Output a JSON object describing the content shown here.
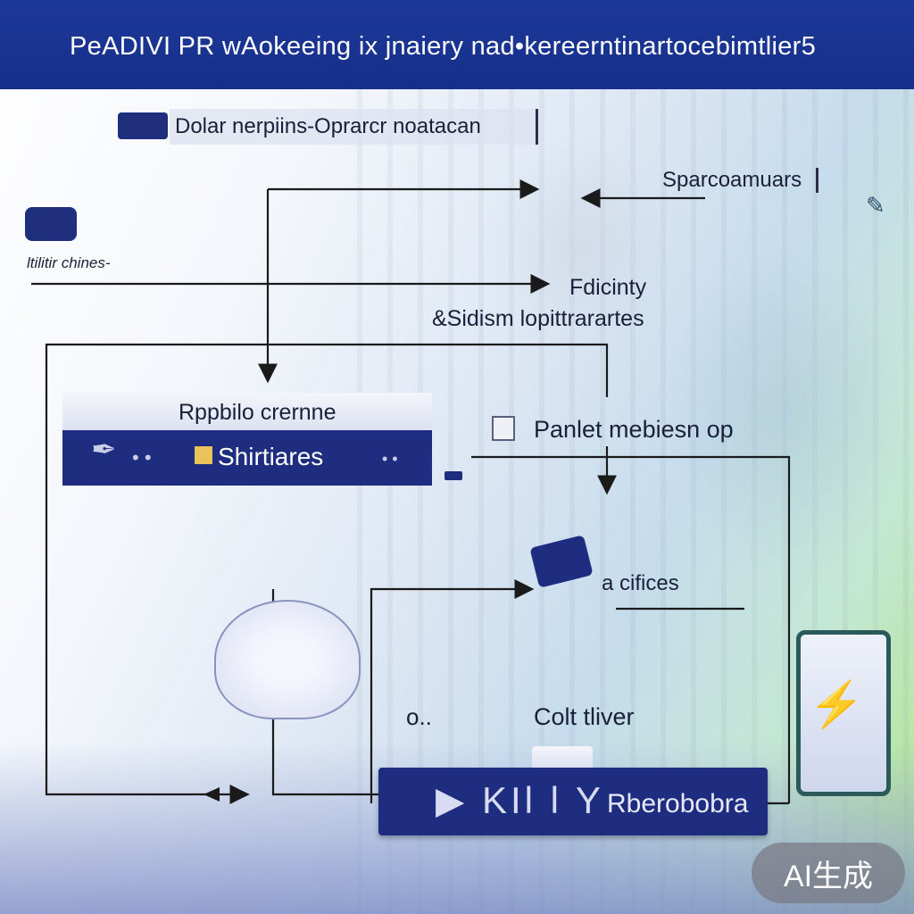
{
  "header": {
    "title": "PeADIVI PR  wAokeeing ix jnaiery nad•kereerntinartocebimtlier5"
  },
  "labels": {
    "top_label": "Dolar nerpiins-Oprarcr noatacan",
    "left_label": "ltilitir chines-",
    "sparco": "Sparcoamuars",
    "fdicinty": "Fdicinty",
    "sidism": "&Sidism lopittrarartes",
    "rpp_title": "Rppbilo crernne",
    "shirt_label": "Shirtiares",
    "panlet": "Panlet mebiesn op",
    "acifices": "a cifices",
    "o_label": "o..",
    "coltliver": "Colt tliver",
    "bottom_bar": "Rberobobra",
    "bottom_glyphs": "▶ KIl l Y"
  },
  "badge": {
    "text": "AI生成"
  },
  "colors": {
    "header": "#15308a",
    "box_blue": "#1f2d80",
    "line": "#1a1a1a"
  }
}
